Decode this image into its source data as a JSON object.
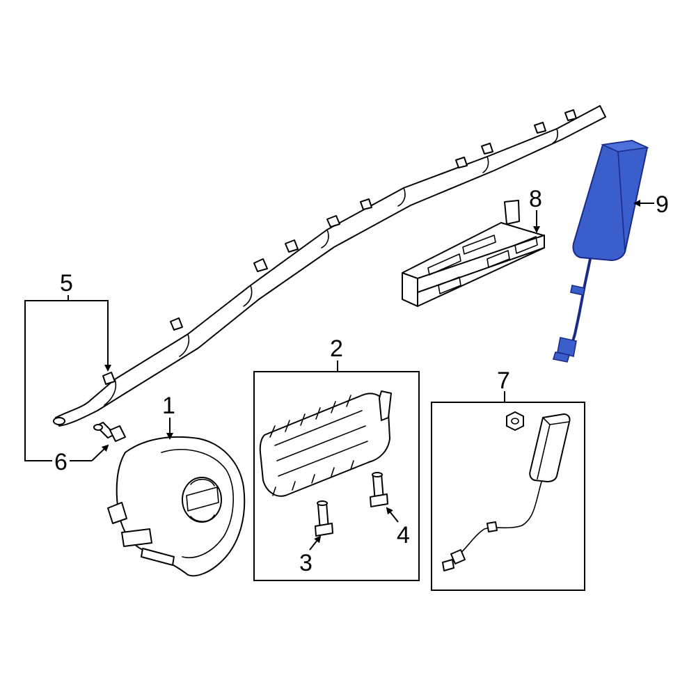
{
  "diagram": {
    "callouts": [
      {
        "id": "1",
        "label": "1"
      },
      {
        "id": "2",
        "label": "2"
      },
      {
        "id": "3",
        "label": "3"
      },
      {
        "id": "4",
        "label": "4"
      },
      {
        "id": "5",
        "label": "5"
      },
      {
        "id": "6",
        "label": "6"
      },
      {
        "id": "7",
        "label": "7"
      },
      {
        "id": "8",
        "label": "8"
      },
      {
        "id": "9",
        "label": "9"
      }
    ],
    "colors": {
      "line": "#000000",
      "background": "#ffffff",
      "highlight_fill": "#3a5fcd",
      "highlight_stroke": "#1a2a8a"
    }
  }
}
